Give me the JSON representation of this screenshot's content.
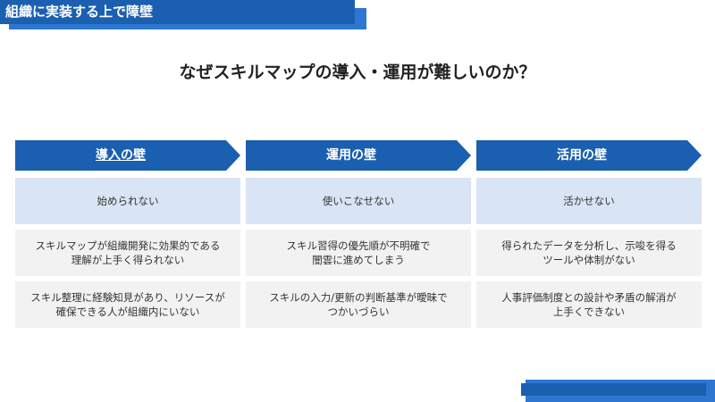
{
  "header": {
    "title": "組織に実装する上で障壁"
  },
  "question": "なぜスキルマップの導入・運用が難しいのか？",
  "columns": [
    {
      "heading": "導入の壁",
      "summary": "始められない",
      "issues": [
        "スキルマップが組織開発に効果的である\n理解が上手く得られない",
        "スキル整理に経験知見があり、リソースが\n確保できる人が組織内にいない"
      ]
    },
    {
      "heading": "運用の壁",
      "summary": "使いこなせない",
      "issues": [
        "スキル習得の優先順が不明確で\n闇雲に進めてしまう",
        "スキルの入力/更新の判断基準が曖昧で\nつかいづらい"
      ]
    },
    {
      "heading": "活用の壁",
      "summary": "活かせない",
      "issues": [
        "得られたデータを分析し、示唆を得る\nツールや体制がない",
        "人事評価制度との設計や矛盾の解消が\n上手くできない"
      ]
    }
  ],
  "colors": {
    "primary": "#1B5FB0",
    "accent": "#2E77D0",
    "summary_bg": "#D9E4F4",
    "issue_bg": "#F2F2F2"
  }
}
